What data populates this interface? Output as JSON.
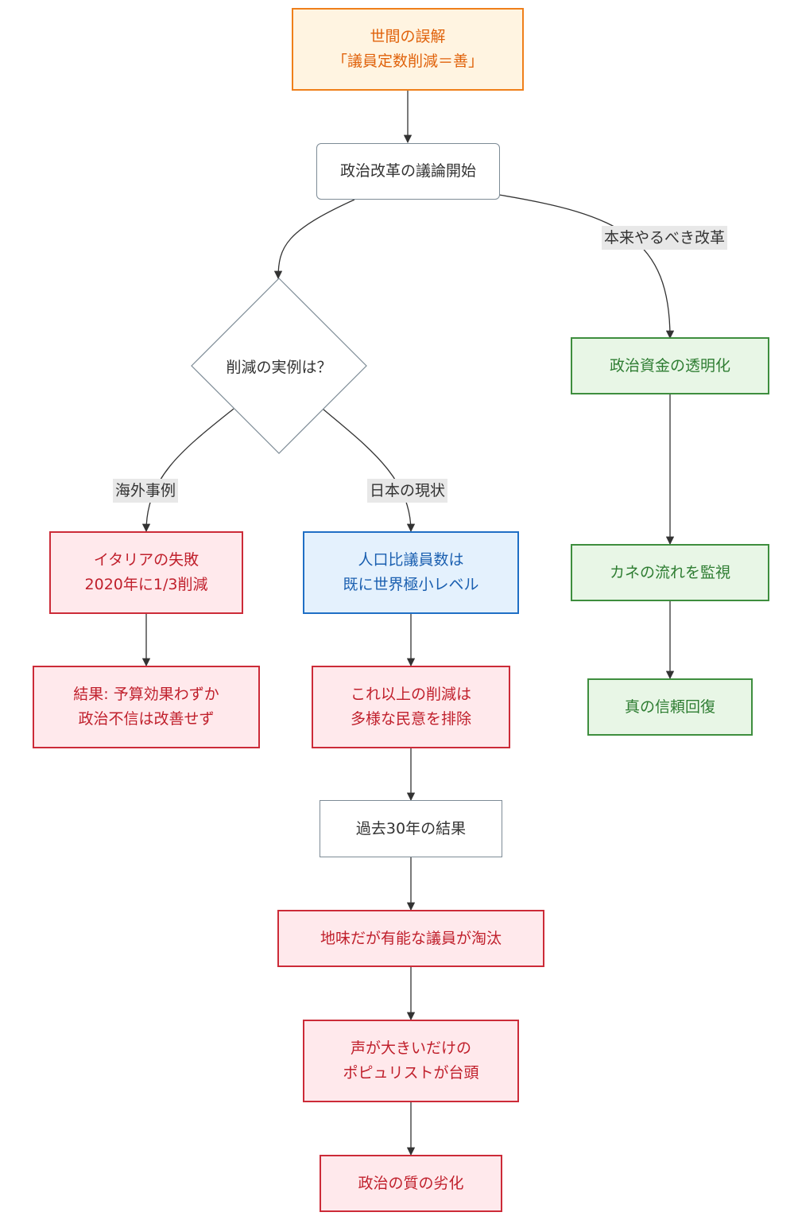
{
  "nodes": {
    "misconception": [
      "世間の誤解",
      "「議員定数削減＝善」"
    ],
    "debate": "政治改革の議論開始",
    "question": "削減の実例は？",
    "italy": [
      "イタリアの失敗",
      "2020年に1/3削減"
    ],
    "italy_result": [
      "結果: 予算効果わずか",
      "政治不信は改善せず"
    ],
    "japan": [
      "人口比議員数は",
      "既に世界極小レベル"
    ],
    "exclude": [
      "これ以上の削減は",
      "多様な民意を排除"
    ],
    "past30": "過去30年の結果",
    "eliminated": "地味だが有能な議員が淘汰",
    "populist": [
      "声が大きいだけの",
      "ポピュリストが台頭"
    ],
    "degrade": "政治の質の劣化",
    "transparency": "政治資金の透明化",
    "monitor": "カネの流れを監視",
    "trust": "真の信頼回復"
  },
  "edge_labels": {
    "true_reform": "本来やるべき改革",
    "overseas": "海外事例",
    "japan_status": "日本の現状"
  },
  "colors": {
    "orange": "#ef7f1a",
    "red": "#cc2b38",
    "blue": "#1f6fc5",
    "green": "#3e8e3e",
    "line": "#333333"
  }
}
